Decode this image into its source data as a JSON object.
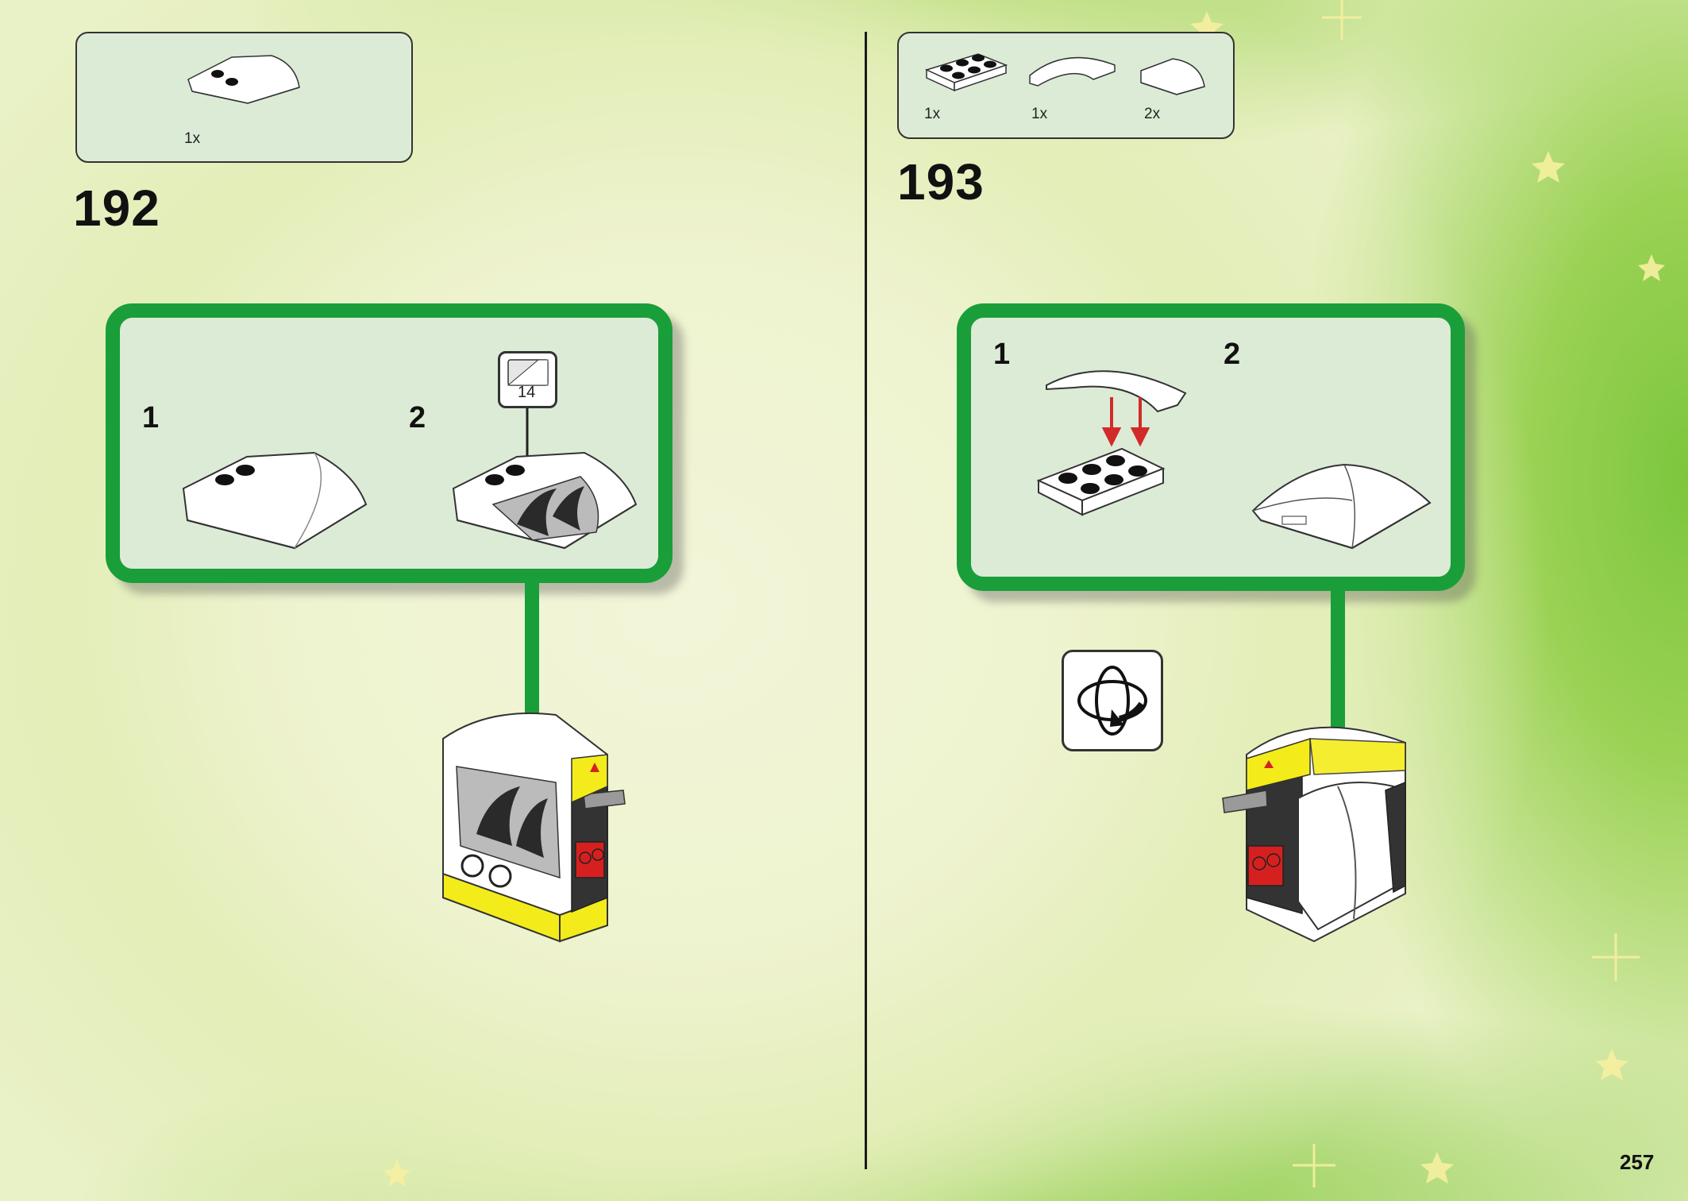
{
  "steps": [
    {
      "number": "192",
      "parts": [
        {
          "qty": "1x",
          "icon": "curved-wedge-slope-piece"
        }
      ],
      "substeps": [
        {
          "number": "1"
        },
        {
          "number": "2"
        }
      ],
      "sticker": {
        "number": "14",
        "icon": "sticker-icon"
      }
    },
    {
      "number": "193",
      "parts": [
        {
          "qty": "1x",
          "icon": "plate-2x3-piece"
        },
        {
          "qty": "1x",
          "icon": "curved-slope-arch-piece"
        },
        {
          "qty": "2x",
          "icon": "curved-slope-small-piece"
        }
      ],
      "substeps": [
        {
          "number": "1"
        },
        {
          "number": "2"
        }
      ],
      "rotate_icon": "rotate-model-icon"
    }
  ],
  "page_number": "257",
  "colors": {
    "frame_green": "#1a9e3a",
    "panel_bg": "#dcebd6",
    "assembly_arrow_red": "#d22a2a"
  }
}
